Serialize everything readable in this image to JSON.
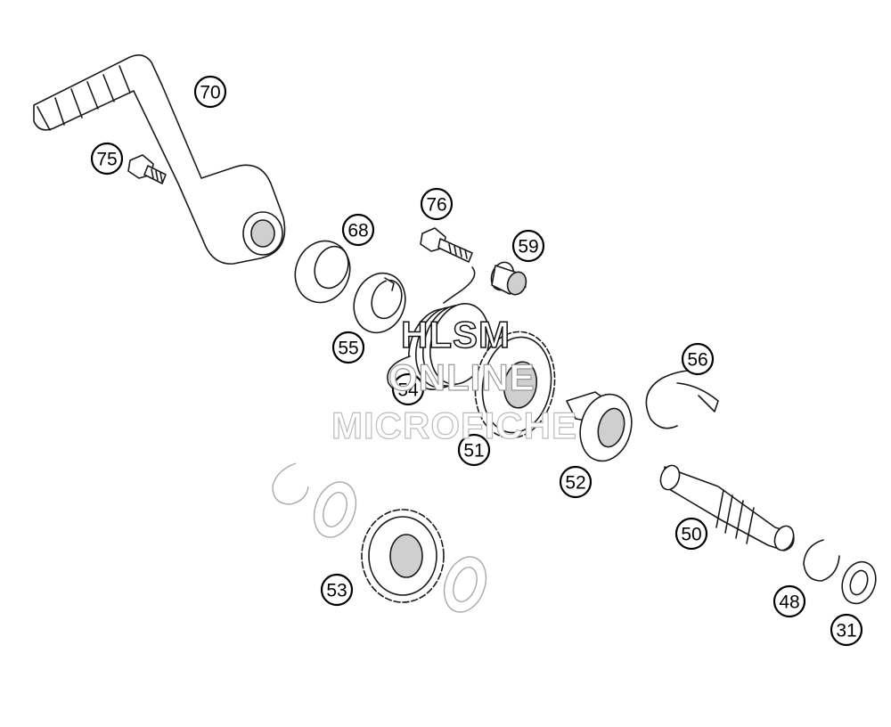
{
  "watermark": {
    "line1": "HLSM",
    "line2": "ONLINE",
    "line3": "MICROFICHE"
  },
  "callouts": [
    "70",
    "75",
    "68",
    "76",
    "59",
    "55",
    "54",
    "51",
    "56",
    "52",
    "50",
    "53",
    "48",
    "31"
  ]
}
